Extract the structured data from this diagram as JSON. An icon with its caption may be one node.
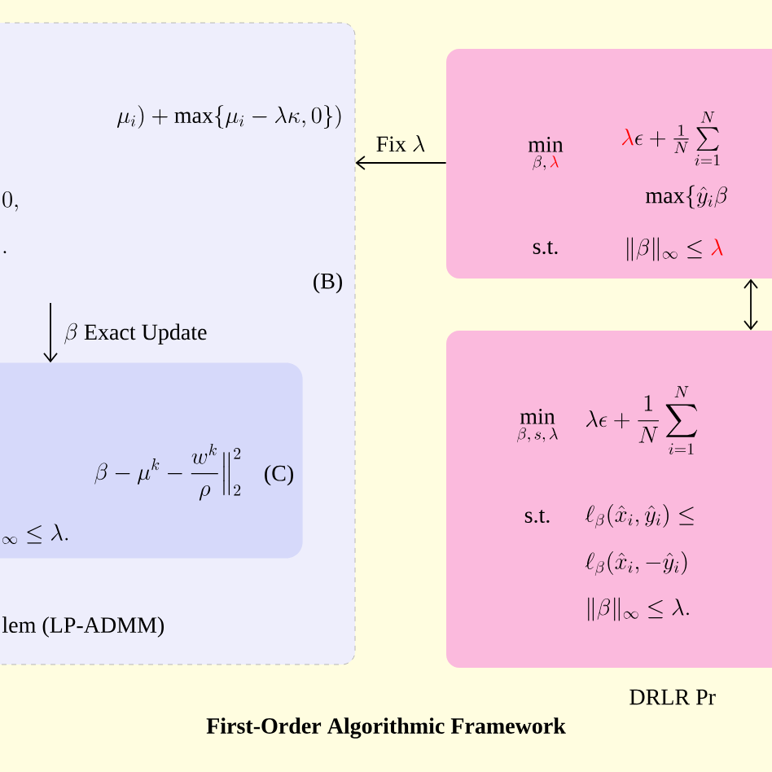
{
  "diagram": {
    "title": "First-Order Algorithmic Framework",
    "nodes": [
      {
        "text": [
          "lem (LP-ADMM)"
        ]
      },
      {
        "text": [
          "\\mu_i) + \\max\\{\\mu_i - \\lambda\\kappa, 0\\})",
          "0,",
          ".",
          "(B)"
        ],
        "in": 0
      },
      {
        "text": [
          "\\beta - \\mu^k - \\frac{w^k}{\\rho}\\Big\\|_2^2",
          "{}_\\infty \\le \\lambda.",
          "(C)"
        ],
        "in": 0
      },
      {
        "text": [
          "\\min\\limits_{\\beta,\\,\\textcolor{red}{\\lambda}}",
          "\\textcolor{red}{\\lambda}\\epsilon + \\frac{1}{N}\\sum\\limits_{i=1}^{N}",
          "\\max\\{\\hat{y}_i\\beta",
          "s.t.",
          "\\|\\beta\\|_\\infty \\le \\textcolor{red}{\\lambda}"
        ]
      },
      {
        "text": [
          "\\min\\limits_{\\beta,\\,s,\\,\\lambda}",
          "\\lambda\\epsilon + \\frac{1}{N}\\sum_{i=1}^{N}",
          "s.t.",
          "\\ell_\\beta(\\hat{x}_i, \\hat{y}_i) \\le",
          "\\ell_\\beta(\\hat{x}_i, -\\hat{y}_i)",
          "\\|\\beta\\|_\\infty \\le \\lambda."
        ],
        "beside": [
          "DRLR Pr"
        ]
      }
    ],
    "edges": [
      {
        "from": 1,
        "to": 2,
        "arrow": "to",
        "label": "\\beta\\ \\mathrm{Exact\\ Update}"
      },
      {
        "from": 3,
        "to": 0,
        "arrow": "to",
        "label": "\\mathrm{Fix}\\ \\lambda"
      },
      {
        "from": 3,
        "to": 4,
        "arrow": "both"
      }
    ]
  }
}
